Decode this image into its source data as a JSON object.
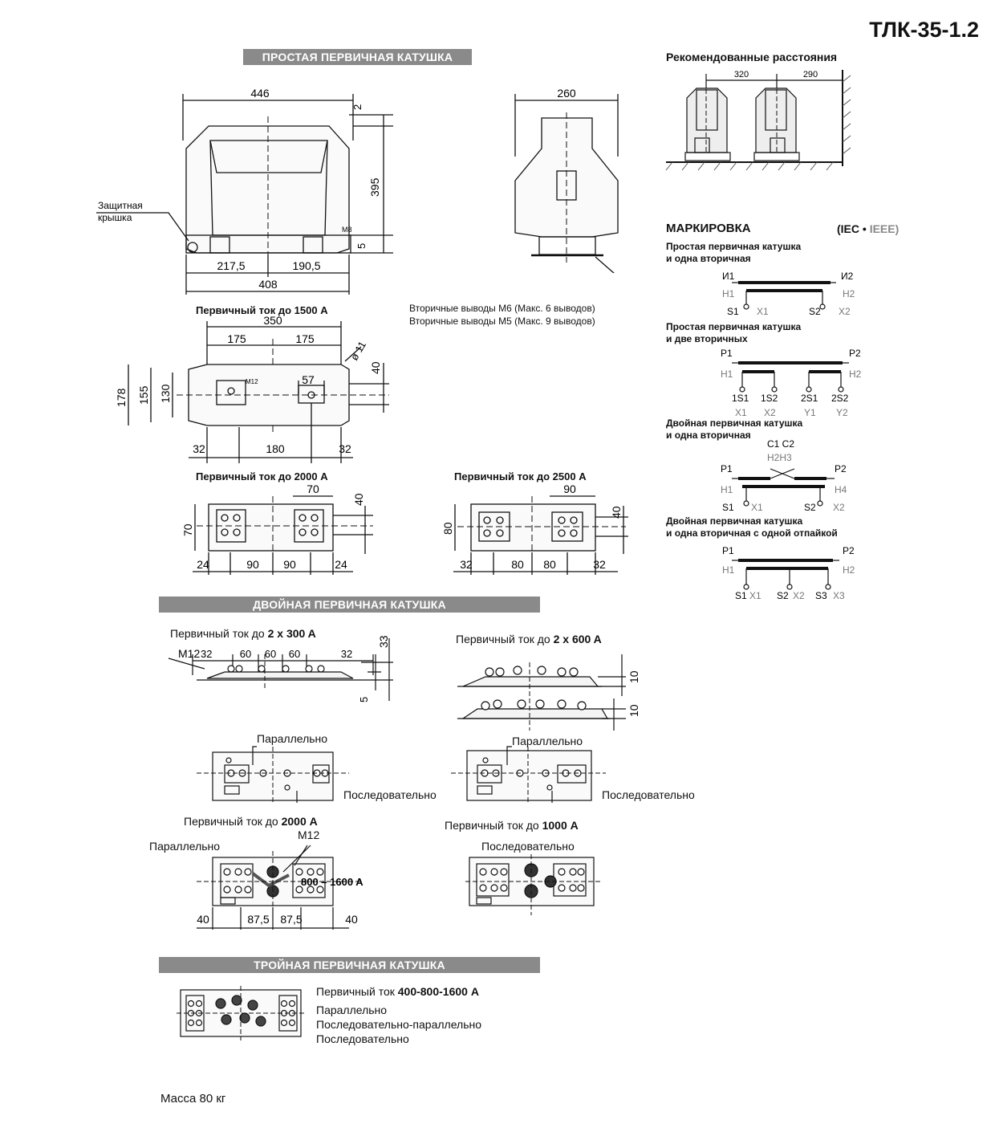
{
  "model": "ТЛК-35-1.2",
  "banners": {
    "simple": "ПРОСТАЯ ПЕРВИЧНАЯ КАТУШКА",
    "double": "ДВОЙНАЯ ПЕРВИЧНАЯ КАТУШКА",
    "triple": "ТРОЙНАЯ ПЕРВИЧНАЯ КАТУШКА"
  },
  "front_view": {
    "dims": [
      "446",
      "2",
      "395",
      "5",
      "217,5",
      "190,5",
      "408"
    ],
    "cover_label": [
      "Защитная",
      "крышка"
    ],
    "bolt": "M8"
  },
  "side_view": {
    "dim": "260",
    "outputs": [
      "Вторичные выводы M6 (Макс. 6 выводов)",
      "Вторичные выводы M5 (Макс. 9 выводов)"
    ]
  },
  "base_1500": {
    "title": "Первичный ток до 1500 А",
    "dims": [
      "350",
      "175",
      "175",
      "ø 11",
      "40",
      "178",
      "155",
      "130",
      "M12",
      "57",
      "32",
      "180",
      "32"
    ]
  },
  "base_2000": {
    "title": "Первичный ток до 2000 А",
    "dims": [
      "70",
      "40",
      "70",
      "24",
      "90",
      "90",
      "24"
    ]
  },
  "base_2500": {
    "title": "Первичный ток до 2500 А",
    "dims": [
      "90",
      "40",
      "80",
      "32",
      "80",
      "80",
      "32"
    ]
  },
  "double": {
    "a_title": [
      "Первичный ток до",
      "2 x 300 A"
    ],
    "a_dims": [
      "M12",
      "32",
      "60",
      "60",
      "60",
      "32",
      "33",
      "5"
    ],
    "b_title": [
      "Первичный ток до",
      "2 x 600 A"
    ],
    "b_dims": [
      "10",
      "10"
    ],
    "parallel": "Параллельно",
    "serial": "Последовательно",
    "c_title": [
      "Первичный ток до",
      "2000 A"
    ],
    "c_parallel": "Параллельно",
    "c_bolt": "M12",
    "c_range": "800 – 1600 A",
    "c_dims": [
      "40",
      "87,5",
      "87,5",
      "40"
    ],
    "d_title": [
      "Первичный ток до",
      "1000 A"
    ],
    "d_serial": "Последовательно"
  },
  "triple": {
    "title": [
      "Первичный ток",
      "400-800-1600 A"
    ],
    "modes": [
      "Параллельно",
      "Последовательно-параллельно",
      "Последовательно"
    ]
  },
  "recommended": {
    "title": "Рекомендованные расстояния",
    "dims": [
      "320",
      "290"
    ]
  },
  "marking": {
    "title": "МАРКИРОВКА",
    "codes_a": "(IEC •",
    "codes_b": "IEEE)",
    "d1": {
      "caption": [
        "Простая первичная катушка",
        "и одна вторичная"
      ],
      "p_left": "И1",
      "p_right": "И2",
      "h_left": "H1",
      "h_right": "H2",
      "s_left": "S1",
      "x_left": "X1",
      "s_right": "S2",
      "x_right": "X2"
    },
    "d2": {
      "caption": [
        "Простая первичная катушка",
        "и две вторичных"
      ],
      "p_left": "P1",
      "p_right": "P2",
      "h_left": "H1",
      "h_right": "H2",
      "terms": [
        "1S1",
        "1S2",
        "2S1",
        "2S2"
      ],
      "ieee": [
        "X1",
        "X2",
        "Y1",
        "Y2"
      ]
    },
    "d3": {
      "caption": [
        "Двойная первичная катушка",
        "и одна вторичная"
      ],
      "c_top": "C1  C2",
      "h_mid": "H2H3",
      "p_left": "P1",
      "p_right": "P2",
      "h_left": "H1",
      "h_right": "H4",
      "s_left": "S1",
      "x_left": "X1",
      "s_right": "S2",
      "x_right": "X2"
    },
    "d4": {
      "caption": [
        "Двойная первичная катушка",
        "и одна вторичная с одной отпайкой"
      ],
      "p_left": "P1",
      "p_right": "P2",
      "h_left": "H1",
      "h_right": "H2",
      "terms": [
        "S1",
        "S2",
        "S3"
      ],
      "ieee": [
        "X1",
        "X2",
        "X3"
      ]
    }
  },
  "mass": "Масса 80 кг"
}
